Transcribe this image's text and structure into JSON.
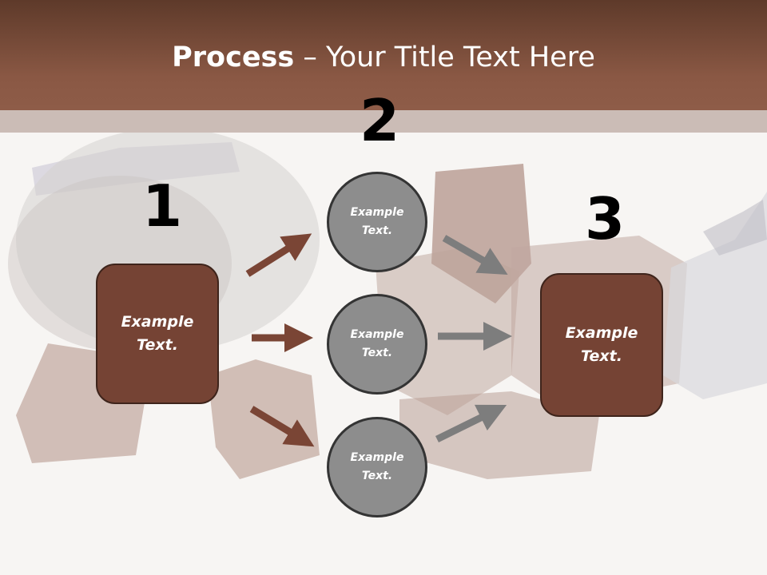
{
  "slide": {
    "title_bold": "Process",
    "title_rest": " – Your Title Text Here",
    "step1": {
      "number": "1",
      "text_line1": "Example",
      "text_line2": "Text."
    },
    "step2": {
      "number": "2",
      "items": [
        {
          "line1": "Example",
          "line2": "Text."
        },
        {
          "line1": "Example",
          "line2": "Text."
        },
        {
          "line1": "Example",
          "line2": "Text."
        }
      ]
    },
    "step3": {
      "number": "3",
      "text_line1": "Example",
      "text_line2": "Text."
    }
  },
  "colors": {
    "header": "#8a5844",
    "box": "#754334",
    "circle": "#8d8d8d",
    "arrow_brown": "#7a4535",
    "arrow_gray": "#7d7d7d"
  }
}
